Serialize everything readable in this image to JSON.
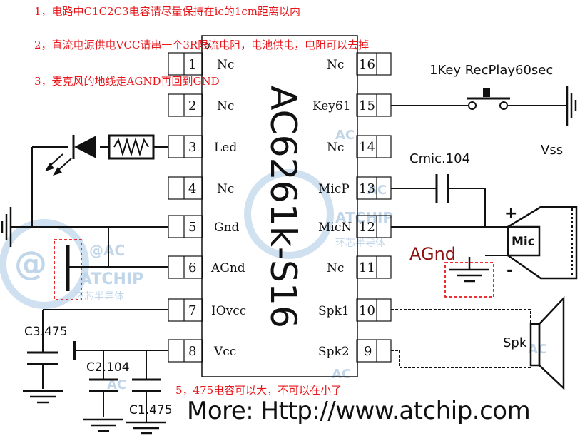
{
  "notes": [
    "1，电路中C1C2C3电容请尽量保持在ic的1cm距离以内",
    "2，直流电源供电VCC请串一个3R限流电阻，电池供电，电阻可以去掉",
    "3，麦克风的地线走AGND再回到GND",
    "5，475电容可以大，不可以在小了"
  ],
  "chip": {
    "part_number": "AC6261k-S16",
    "pin1_marker": "o",
    "left_pins": [
      {
        "num": "1",
        "label": "Nc"
      },
      {
        "num": "2",
        "label": "Nc"
      },
      {
        "num": "3",
        "label": "Led"
      },
      {
        "num": "4",
        "label": "Nc"
      },
      {
        "num": "5",
        "label": "Gnd"
      },
      {
        "num": "6",
        "label": "AGnd"
      },
      {
        "num": "7",
        "label": "IOvcc"
      },
      {
        "num": "8",
        "label": "Vcc"
      }
    ],
    "right_pins": [
      {
        "num": "16",
        "label": "Nc"
      },
      {
        "num": "15",
        "label": "Key61"
      },
      {
        "num": "14",
        "label": "Nc"
      },
      {
        "num": "13",
        "label": "MicP"
      },
      {
        "num": "12",
        "label": "MicN"
      },
      {
        "num": "11",
        "label": "Nc"
      },
      {
        "num": "10",
        "label": "Spk1"
      },
      {
        "num": "9",
        "label": "Spk2"
      }
    ]
  },
  "components": {
    "key_label": "1Key RecPlay60sec",
    "vss_label": "Vss",
    "cmic_label": "Cmic.104",
    "mic_label": "Mic",
    "mic_plus": "+",
    "mic_minus": "-",
    "agnd_label": "AGnd",
    "spk_label": "Spk",
    "c3_label": "C3.475",
    "c2_label": "C2.104",
    "c1_label": "C1.475"
  },
  "watermark": {
    "brand": "ATCHIP",
    "brand_cn": "环芯半导体",
    "at_label": "@AC",
    "ac_small": "AC"
  },
  "footer": {
    "url": "More: Http://www.atchip.com"
  },
  "colors": {
    "wire": "#111111",
    "note_red": "#e8161b",
    "agnd_dark_red": "#8b1010",
    "watermark_blue": "#8fb6d8",
    "dash_red": "#e8161b"
  }
}
